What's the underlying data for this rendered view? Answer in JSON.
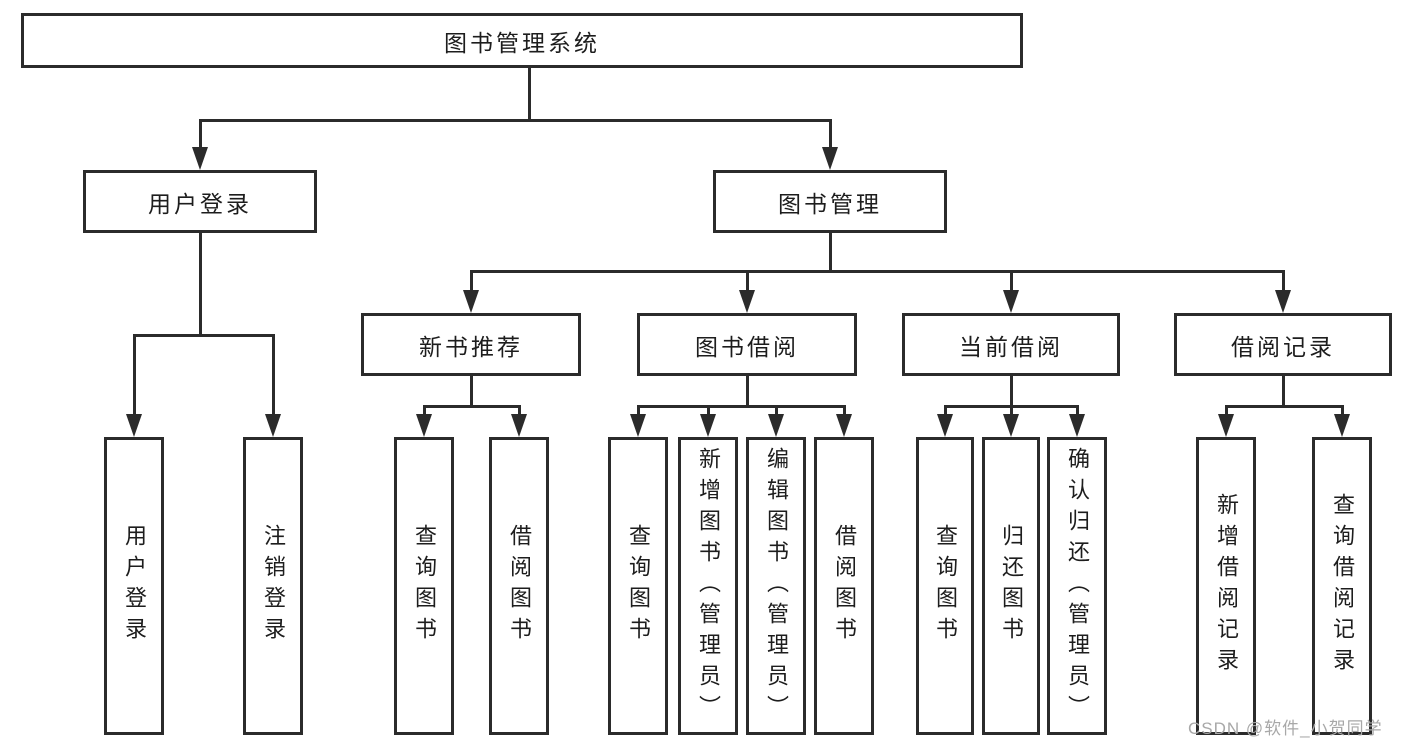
{
  "colors": {
    "line": "#2b2b2b",
    "box_border": "#2b2b2b",
    "text": "#1d1d1d",
    "background": "#ffffff",
    "watermark": "#a8a8a8"
  },
  "watermark": {
    "text": "CSDN @软件_小贺同学"
  },
  "tree": {
    "root": {
      "label": "图书管理系统"
    },
    "children": [
      {
        "label": "用户登录",
        "children": [
          {
            "label": "用户登录"
          },
          {
            "label": "注销登录"
          }
        ]
      },
      {
        "label": "图书管理",
        "children": [
          {
            "label": "新书推荐",
            "children": [
              {
                "label": "查询图书"
              },
              {
                "label": "借阅图书"
              }
            ]
          },
          {
            "label": "图书借阅",
            "children": [
              {
                "label": "查询图书"
              },
              {
                "label": "新增图书（管理员）"
              },
              {
                "label": "编辑图书（管理员）"
              },
              {
                "label": "借阅图书"
              }
            ]
          },
          {
            "label": "当前借阅",
            "children": [
              {
                "label": "查询图书"
              },
              {
                "label": "归还图书"
              },
              {
                "label": "确认归还（管理员）"
              }
            ]
          },
          {
            "label": "借阅记录",
            "children": [
              {
                "label": "新增借阅记录"
              },
              {
                "label": "查询借阅记录"
              }
            ]
          }
        ]
      }
    ]
  }
}
